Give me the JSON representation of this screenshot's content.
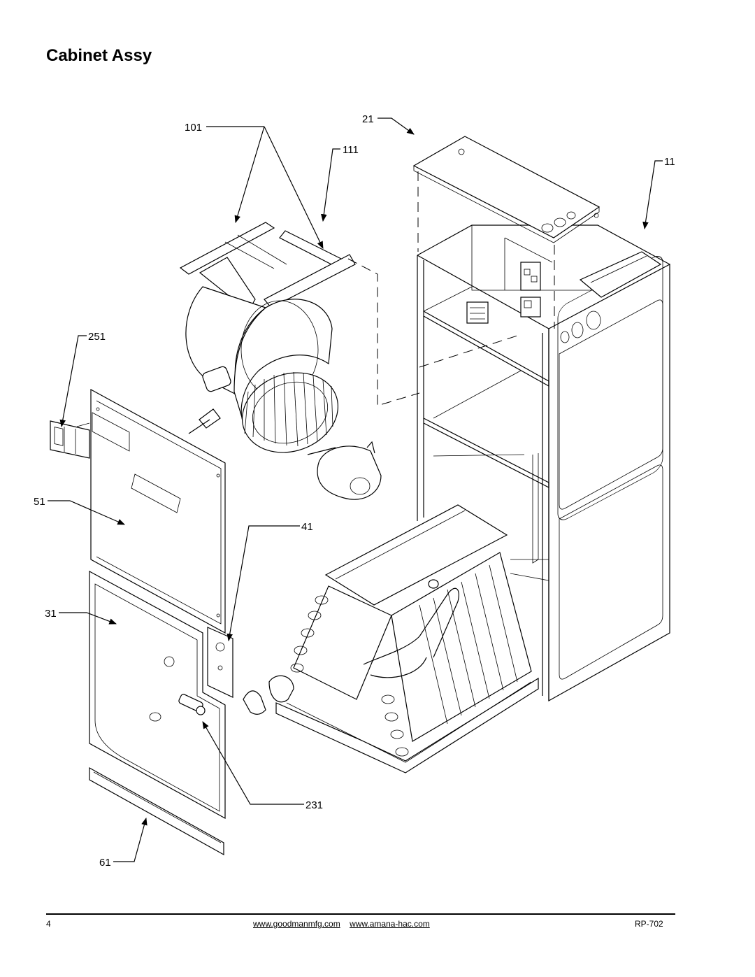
{
  "title": "Cabinet Assy",
  "callouts": {
    "c101": "101",
    "c21": "21",
    "c111": "111",
    "c11": "11",
    "c251": "251",
    "c51": "51",
    "c41": "41",
    "c31": "31",
    "c231": "231",
    "c61": "61"
  },
  "footer": {
    "page_number": "4",
    "link_goodman": "www.goodmanmfg.com",
    "link_amana": "www.amana-hac.com",
    "doc_code": "RP-702"
  }
}
